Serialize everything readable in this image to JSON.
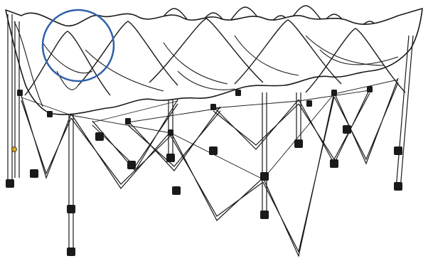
{
  "illustration": {
    "subject": "pop-up-canopy-frame-collapsed",
    "colors": {
      "line": "#1a1a1a",
      "fabric": "#ffffff",
      "frame": "#ffffff",
      "foot": "#1a1a1a",
      "highlight_circle": "#2f5fa8",
      "latch": "#d9a21b"
    },
    "highlight": {
      "shape": "circle",
      "marks": "canopy-peak-detail"
    }
  }
}
